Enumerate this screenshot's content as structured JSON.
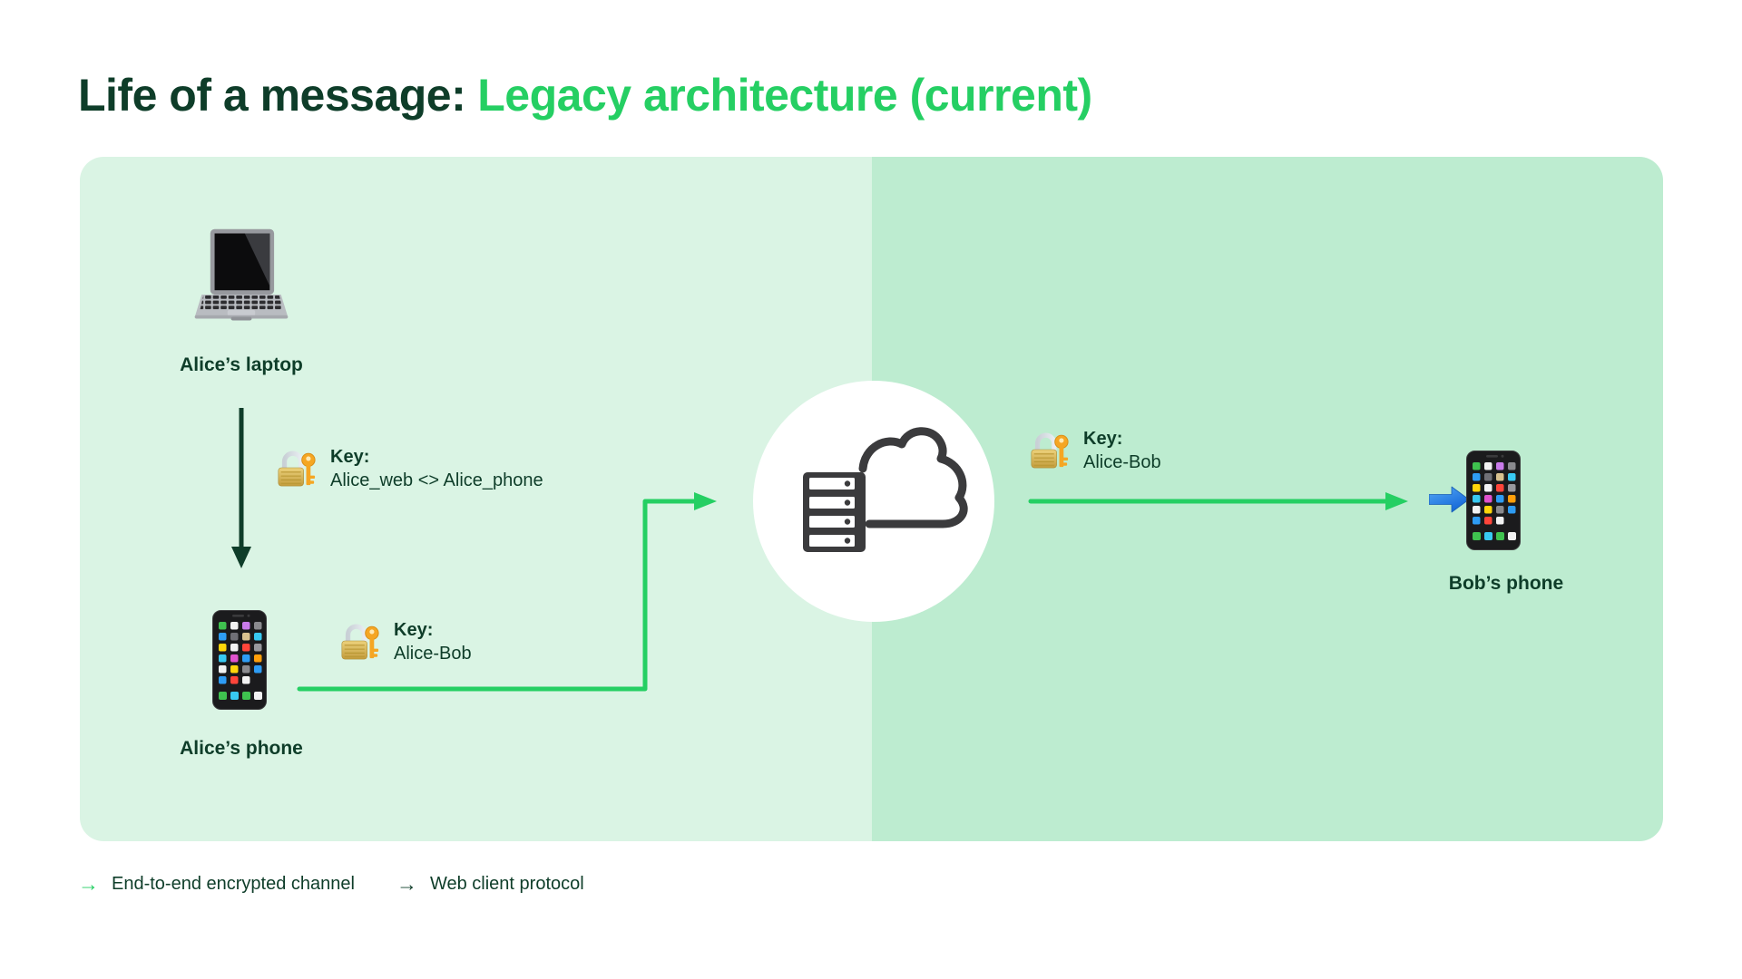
{
  "title": {
    "prefix": "Life of a message:",
    "highlight": "Legacy architecture (current)"
  },
  "diagram": {
    "nodes": {
      "alice_laptop": {
        "label": "Alice’s laptop",
        "icon": "laptop-icon"
      },
      "alice_phone": {
        "label": "Alice’s phone",
        "icon": "smartphone-icon"
      },
      "server": {
        "icon": "server-cloud-icon"
      },
      "bob_phone": {
        "label": "Bob’s phone",
        "icon": "smartphone-icon"
      }
    },
    "keys": [
      {
        "label": "Key:",
        "value": "Alice_web <> Alice_phone"
      },
      {
        "label": "Key:",
        "value": "Alice-Bob"
      },
      {
        "label": "Key:",
        "value": "Alice-Bob"
      }
    ]
  },
  "legend": [
    {
      "symbol": "→",
      "label": "End-to-end encrypted channel"
    },
    {
      "symbol": "→",
      "label": "Web client protocol"
    }
  ],
  "colors": {
    "ink": "#0e3d29",
    "green": "#25cf63",
    "panel_left": "#daf4e4",
    "panel_right": "#bdecd0",
    "arrow_dark": "#0e3d29"
  }
}
